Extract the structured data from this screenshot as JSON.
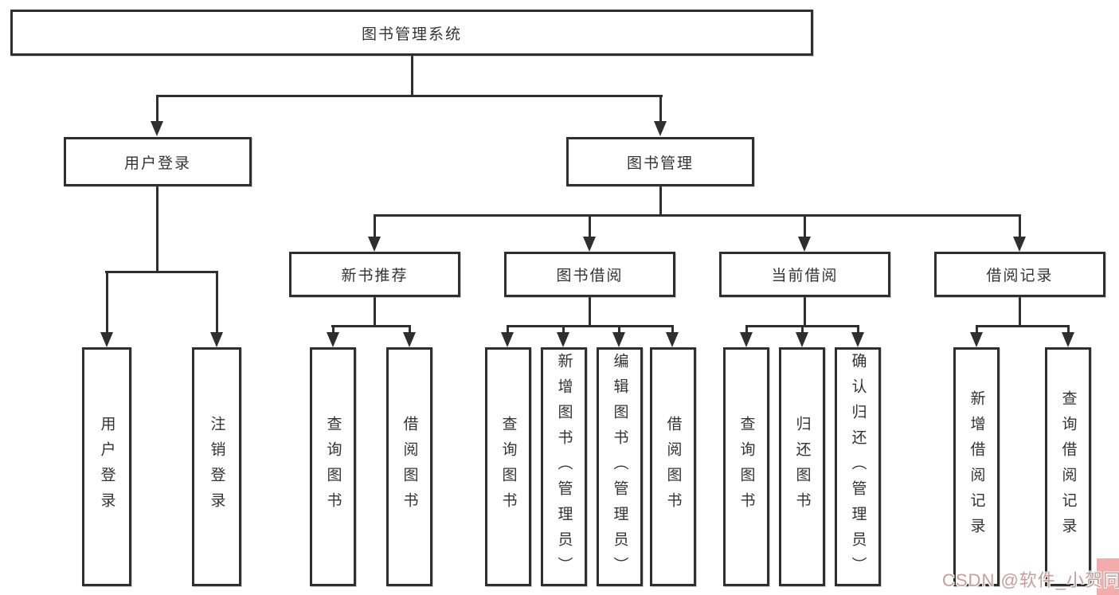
{
  "tree": {
    "label": "图书管理系统",
    "children": [
      {
        "label": "用户登录",
        "children": [
          {
            "label": "用户登录"
          },
          {
            "label": "注销登录"
          }
        ]
      },
      {
        "label": "图书管理",
        "children": [
          {
            "label": "新书推荐",
            "children": [
              {
                "label": "查询图书"
              },
              {
                "label": "借阅图书"
              }
            ]
          },
          {
            "label": "图书借阅",
            "children": [
              {
                "label": "查询图书"
              },
              {
                "label": "新增图书（管理员）"
              },
              {
                "label": "编辑图书（管理员）"
              },
              {
                "label": "借阅图书"
              }
            ]
          },
          {
            "label": "当前借阅",
            "children": [
              {
                "label": "查询图书"
              },
              {
                "label": "归还图书"
              },
              {
                "label": "确认归还（管理员）"
              }
            ]
          },
          {
            "label": "借阅记录",
            "children": [
              {
                "label": "新增借阅记录"
              },
              {
                "label": "查询借阅记录"
              }
            ]
          }
        ]
      }
    ]
  },
  "watermark": {
    "text": "CSDN @软件_小贺同学",
    "color": "#c89c9c"
  },
  "colors": {
    "line": "#2f2f2f",
    "box_border": "#2f2f2f",
    "box_fill": "#ffffff",
    "text": "#333333",
    "watermark_patch": "#f3acac",
    "background": "#ffffff"
  }
}
